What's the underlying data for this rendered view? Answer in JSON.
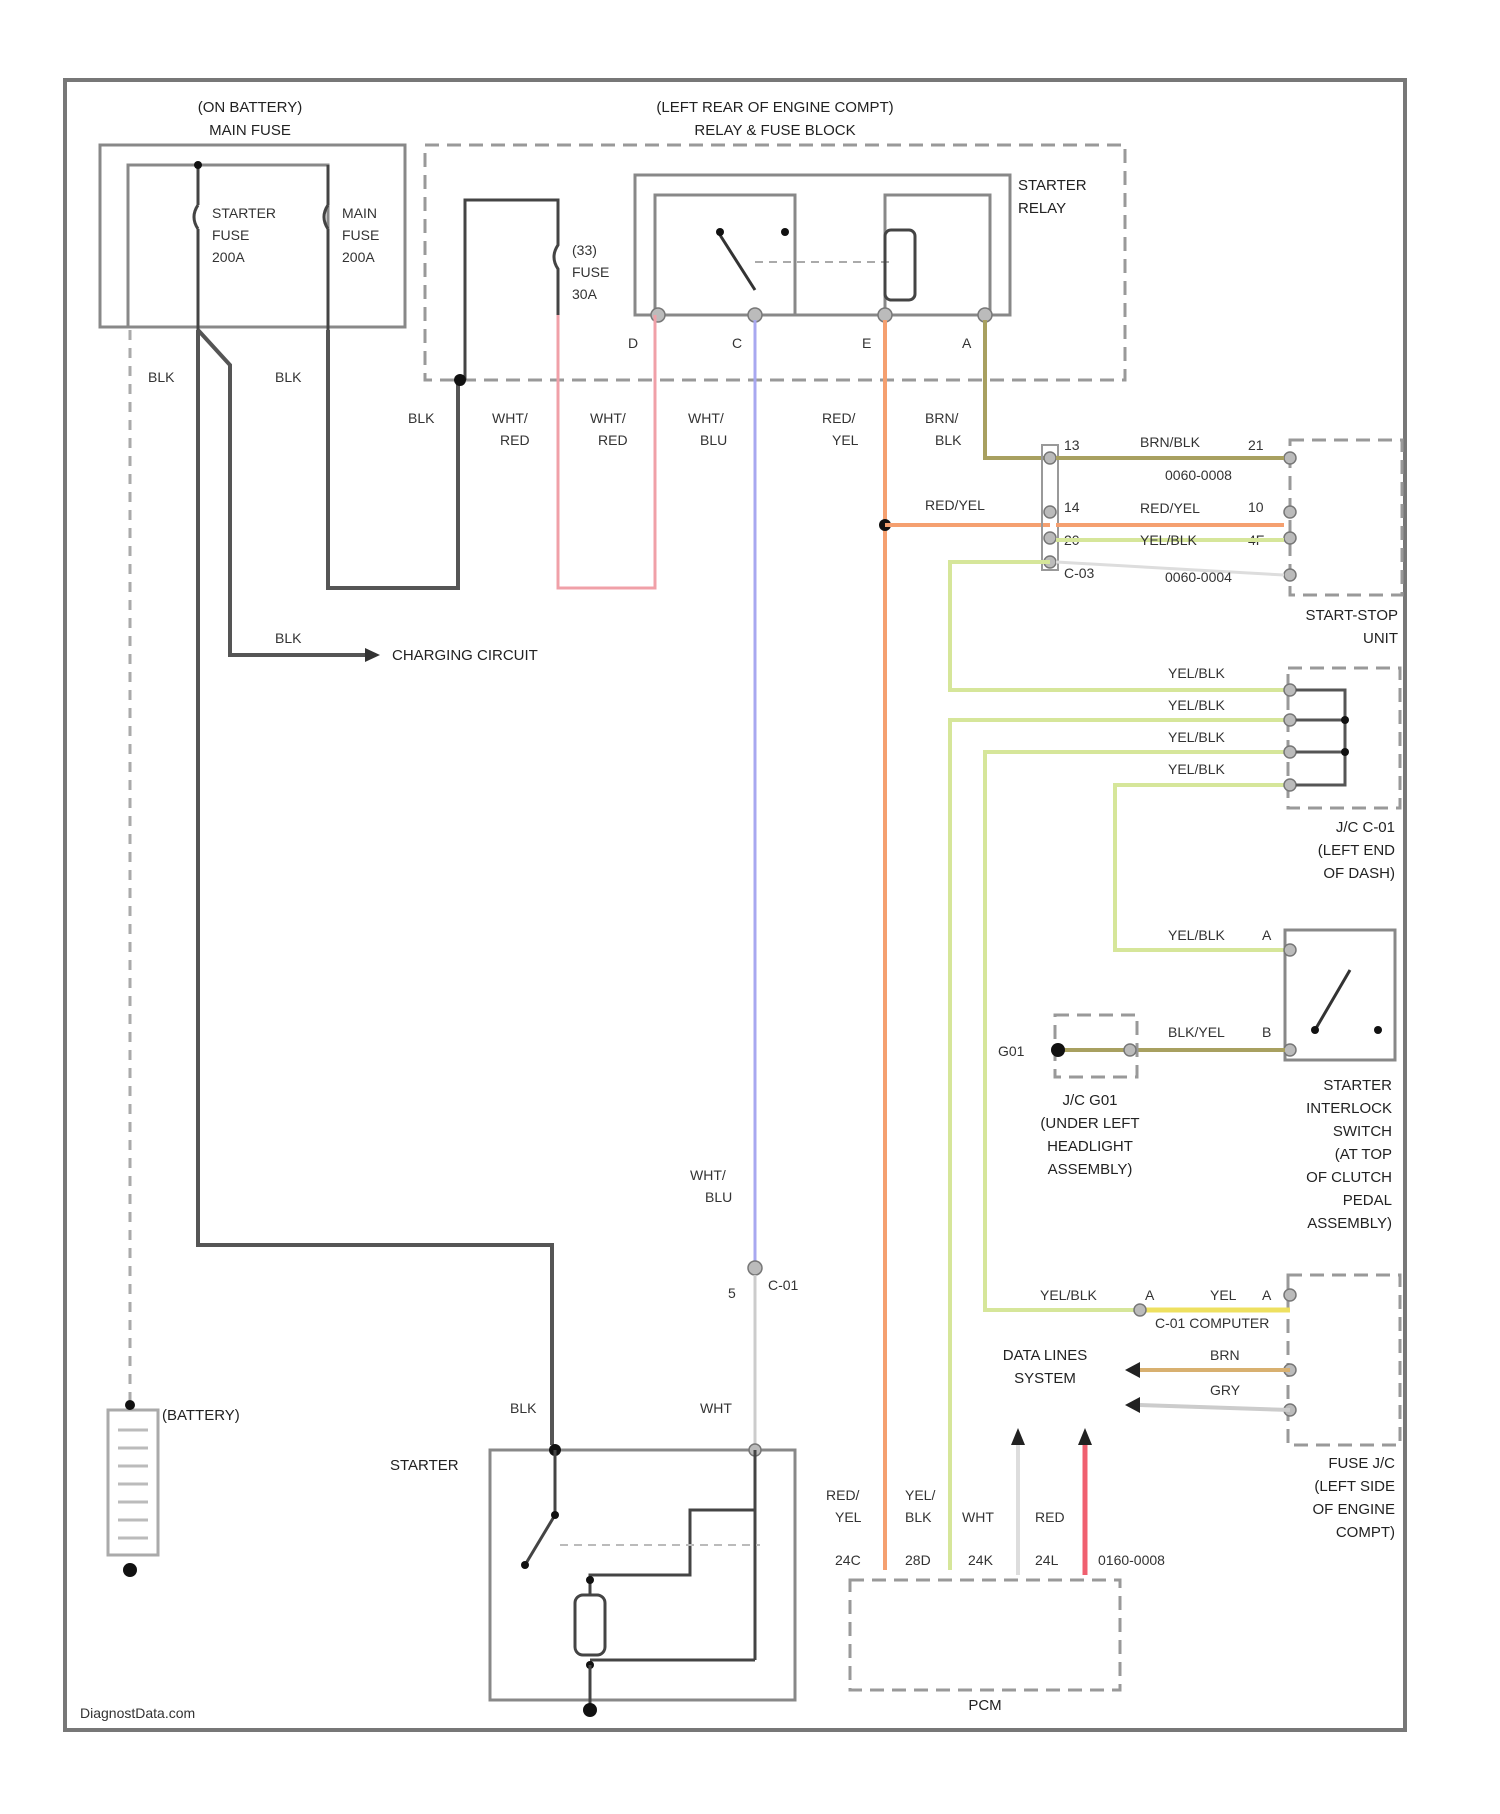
{
  "labels": {
    "battery_fuse_title": "(ON BATTERY)",
    "battery_fuse_sub": "MAIN FUSE",
    "starter_fuse_name": "STARTER",
    "starter_fuse_word": "FUSE",
    "starter_fuse_amp": "200A",
    "main_fuse_name": "MAIN",
    "main_fuse_word": "FUSE",
    "main_fuse_amp": "200A",
    "relay_block_title": "(LEFT REAR OF ENGINE COMPT)",
    "relay_block_sub": "RELAY & FUSE BLOCK",
    "fuse_num": "(33)",
    "fuse_word": "FUSE",
    "fuse_amp": "30A",
    "starter_relay_1": "STARTER",
    "starter_relay_2": "RELAY",
    "pin_d": "D",
    "pin_c": "C",
    "pin_e": "E",
    "pin_a": "A",
    "charging_circuit": "CHARGING CIRCUIT",
    "start_stop_unit_1": "START-STOP",
    "start_stop_unit_2": "UNIT",
    "jc_c01_1": "J/C C-01",
    "jc_c01_2": "(LEFT END",
    "jc_c01_3": "OF DASH)",
    "jc_g01_gnd": "G01",
    "jc_g01_1": "J/C G01",
    "jc_g01_2": "(UNDER LEFT",
    "jc_g01_3": "HEADLIGHT",
    "jc_g01_4": "ASSEMBLY)",
    "interlock_1": "STARTER",
    "interlock_2": "INTERLOCK",
    "interlock_3": "SWITCH",
    "interlock_4": "(AT TOP",
    "interlock_5": "OF CLUTCH",
    "interlock_6": "PEDAL",
    "interlock_7": "ASSEMBLY)",
    "c01": "C-01",
    "c01_pin": "5",
    "c01_computer": "C-01 COMPUTER",
    "data_lines_1": "DATA LINES",
    "data_lines_2": "SYSTEM",
    "fuse_j_c_1": "FUSE J/C",
    "fuse_j_c_2": "(LEFT SIDE",
    "fuse_j_c_3": "OF ENGINE",
    "fuse_j_c_4": "COMPT)",
    "battery": "(BATTERY)",
    "starter": "STARTER",
    "pcm": "PCM",
    "pcm_conn": "0160-0008",
    "watermark": "DiagnostData.com",
    "conn_0060_0008": "0060-0008",
    "conn_0060_0004": "0060-0004"
  },
  "wires": {
    "blk": "BLK",
    "wht_red_1": "WHT/",
    "wht_red_2": "RED",
    "wht_blu_1": "WHT/",
    "wht_blu_2": "BLU",
    "red_yel_1": "RED/",
    "red_yel_2": "YEL",
    "brn_blk_1": "BRN/",
    "brn_blk_2": "BLK",
    "brn_blk": "BRN/BLK",
    "red_yel": "RED/YEL",
    "yel_blk": "YEL/BLK",
    "blk_yel": "BLK/YEL",
    "yel": "YEL",
    "brn": "BRN",
    "gry": "GRY",
    "wht": "WHT",
    "red": "RED",
    "yel_blk_1": "YEL/",
    "yel_blk_2": "BLK"
  },
  "pins": {
    "ss_l_13": "13",
    "ss_l_14": "14",
    "ss_l_20": "20",
    "ss_l_c03": "C-03",
    "ss_r_21": "21",
    "ss_r_10": "10",
    "ss_r_4": "4F",
    "interlock_a": "A",
    "interlock_b": "B",
    "c01_a": "A",
    "fuse_a": "A",
    "fuse_a2": "A",
    "pcm_1": "24C",
    "pcm_2": "28D",
    "pcm_3": "24K",
    "pcm_4": "24L"
  },
  "colors": {
    "blk_wire": "#555555",
    "wht_red_wire": "#f0a0a8",
    "wht_blu_wire": "#a8a8f0",
    "red_yel_wire": "#f5a070",
    "brn_blk_wire": "#a8a060",
    "yel_blk_wire": "#d6e69a",
    "red_wire": "#f06070",
    "brn_wire": "#d8b070",
    "gry_wire": "#cccccc"
  }
}
